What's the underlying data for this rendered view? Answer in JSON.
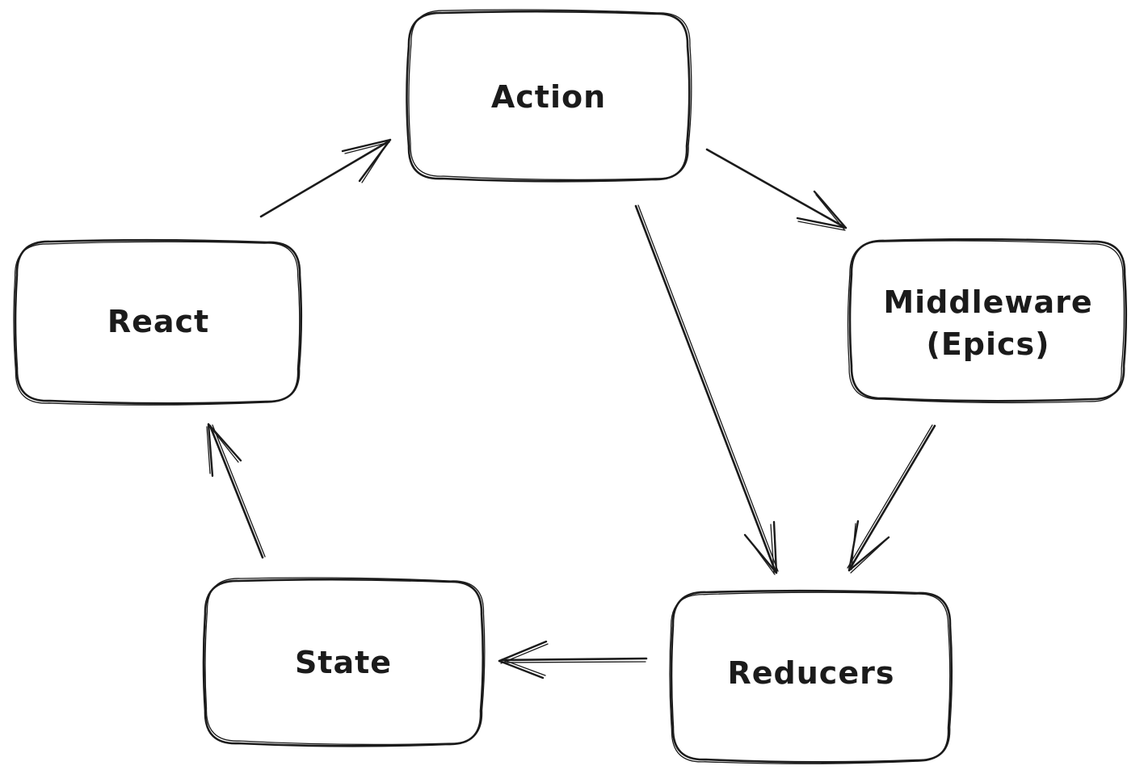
{
  "diagram": {
    "nodes": [
      {
        "id": "action",
        "label": "Action"
      },
      {
        "id": "middleware",
        "label": "Middleware",
        "sublabel": "(Epics)"
      },
      {
        "id": "react",
        "label": "React"
      },
      {
        "id": "state",
        "label": "State"
      },
      {
        "id": "reducers",
        "label": "Reducers"
      }
    ],
    "edges": [
      {
        "from": "react",
        "to": "action"
      },
      {
        "from": "action",
        "to": "middleware"
      },
      {
        "from": "action",
        "to": "reducers"
      },
      {
        "from": "middleware",
        "to": "reducers"
      },
      {
        "from": "reducers",
        "to": "state"
      },
      {
        "from": "state",
        "to": "react"
      }
    ],
    "colors": {
      "stroke": "#1b1b1b",
      "background": "#ffffff"
    }
  }
}
